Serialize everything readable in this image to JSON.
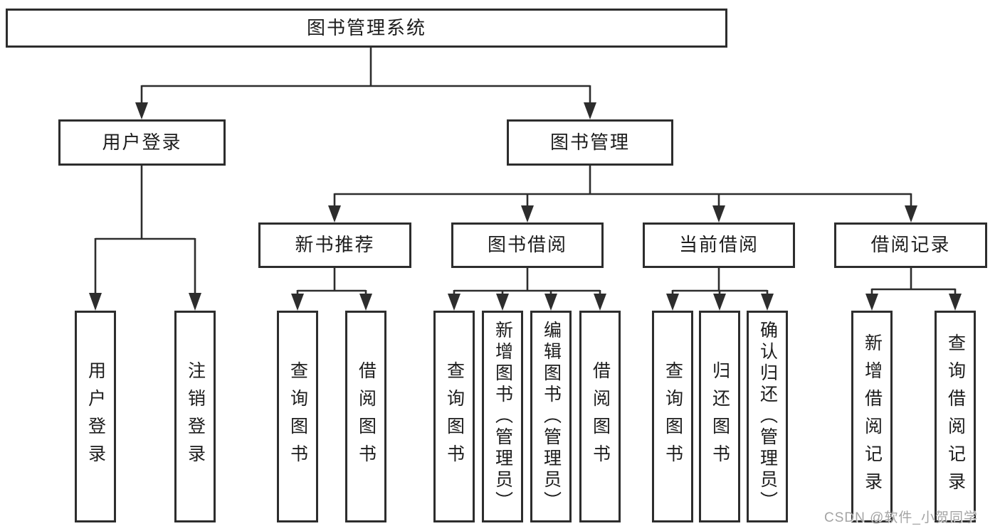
{
  "tree": {
    "label": "图书管理系统",
    "children": [
      {
        "label": "用户登录",
        "children": [
          {
            "label": "用户登录"
          },
          {
            "label": "注销登录"
          }
        ]
      },
      {
        "label": "图书管理",
        "children": [
          {
            "label": "新书推荐",
            "children": [
              {
                "label": "查询图书"
              },
              {
                "label": "借阅图书"
              }
            ]
          },
          {
            "label": "图书借阅",
            "children": [
              {
                "label": "查询图书"
              },
              {
                "label": "新增图书（管理员）"
              },
              {
                "label": "编辑图书（管理员）"
              },
              {
                "label": "借阅图书"
              }
            ]
          },
          {
            "label": "当前借阅",
            "children": [
              {
                "label": "查询图书"
              },
              {
                "label": "归还图书"
              },
              {
                "label": "确认归还（管理员）"
              }
            ]
          },
          {
            "label": "借阅记录",
            "children": [
              {
                "label": "新增借阅记录"
              },
              {
                "label": "查询借阅记录"
              }
            ]
          }
        ]
      }
    ]
  },
  "watermark": {
    "text": "CSDN @软件_小贺同学"
  },
  "colors": {
    "line": "#2d2d2d",
    "box_bg": "#ffffff",
    "watermark": "#a4a4a4"
  }
}
